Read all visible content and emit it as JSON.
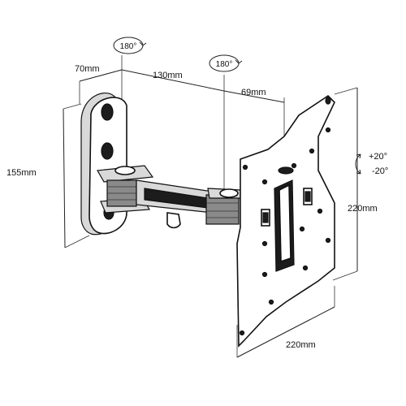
{
  "labels": {
    "wall_depth": "70mm",
    "arm_length": "130mm",
    "arm_extension": "69mm",
    "plate_height": "155mm",
    "panel_height": "220mm",
    "panel_width": "220mm",
    "tilt_up": "+20°",
    "tilt_down": "-20°",
    "swivel_1": "180°",
    "swivel_2": "180°"
  }
}
